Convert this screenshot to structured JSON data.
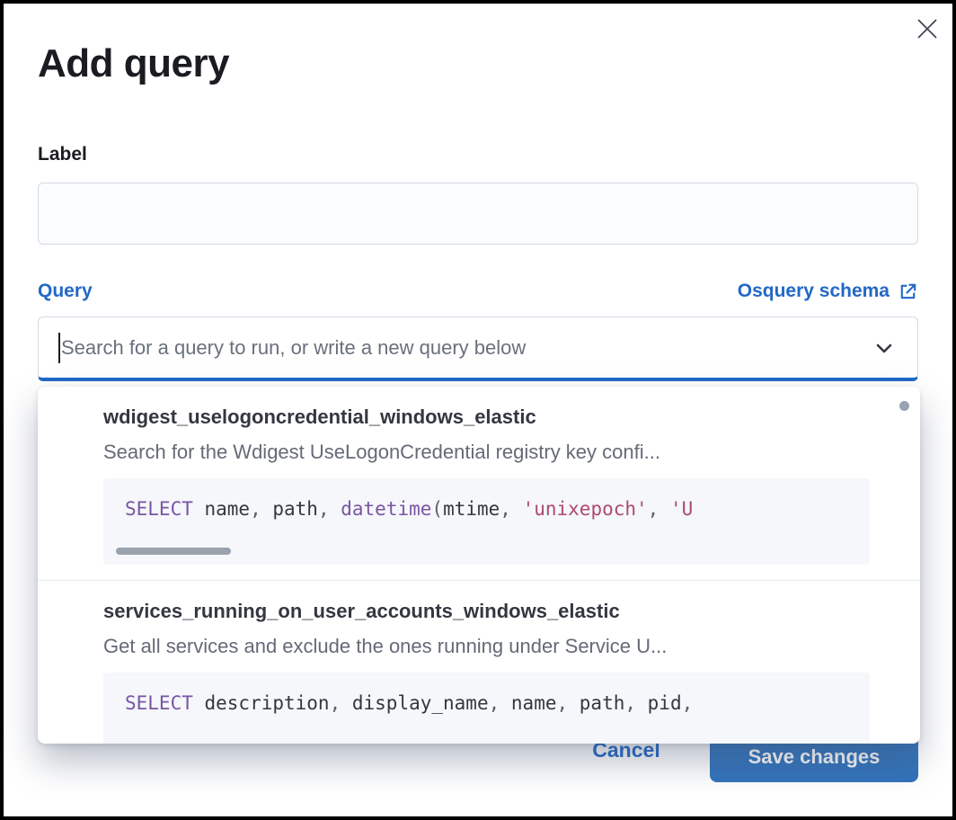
{
  "colors": {
    "accent_blue": "#2268c7",
    "button_blue": "#3273bb",
    "text_dark": "#1a1c21",
    "text_slate": "#343741",
    "text_subdued": "#646a77",
    "placeholder": "#69707d",
    "code_keyword": "#7a55a3",
    "code_string": "#ad4a6e",
    "code_bg": "#f5f7fa",
    "border": "#d3dae6"
  },
  "modal": {
    "title": "Add query",
    "close_icon": "close-x"
  },
  "form": {
    "label_field": {
      "label": "Label",
      "value": ""
    },
    "query_field": {
      "label": "Query",
      "schema_link_label": "Osquery schema",
      "schema_link_icon": "external-link",
      "search_placeholder": "Search for a query to run, or write a new query below",
      "dropdown_icon": "chevron-down"
    }
  },
  "dropdown": {
    "options": [
      {
        "title": "wdigest_uselogoncredential_windows_elastic",
        "description": "Search for the Wdigest UseLogonCredential registry key confi...",
        "code": [
          {
            "t": "SELECT",
            "c": "kw"
          },
          {
            "t": " name",
            "c": "id"
          },
          {
            "t": ",",
            "c": "pu"
          },
          {
            "t": " path",
            "c": "id"
          },
          {
            "t": ",",
            "c": "pu"
          },
          {
            "t": " datetime",
            "c": "kw"
          },
          {
            "t": "(",
            "c": "pu"
          },
          {
            "t": "mtime",
            "c": "id"
          },
          {
            "t": ",",
            "c": "pu"
          },
          {
            "t": " 'unixepoch'",
            "c": "str"
          },
          {
            "t": ",",
            "c": "pu"
          },
          {
            "t": " 'U",
            "c": "str"
          }
        ]
      },
      {
        "title": "services_running_on_user_accounts_windows_elastic",
        "description": "Get all services and exclude the ones running under Service U...",
        "code": [
          {
            "t": "SELECT",
            "c": "kw"
          },
          {
            "t": " description",
            "c": "id"
          },
          {
            "t": ",",
            "c": "pu"
          },
          {
            "t": " display_name",
            "c": "id"
          },
          {
            "t": ",",
            "c": "pu"
          },
          {
            "t": " name",
            "c": "id"
          },
          {
            "t": ",",
            "c": "pu"
          },
          {
            "t": " path",
            "c": "id"
          },
          {
            "t": ",",
            "c": "pu"
          },
          {
            "t": " pid",
            "c": "id"
          },
          {
            "t": ",",
            "c": "pu"
          }
        ]
      }
    ]
  },
  "footer": {
    "cancel_label": "Cancel",
    "save_label": "Save changes"
  }
}
